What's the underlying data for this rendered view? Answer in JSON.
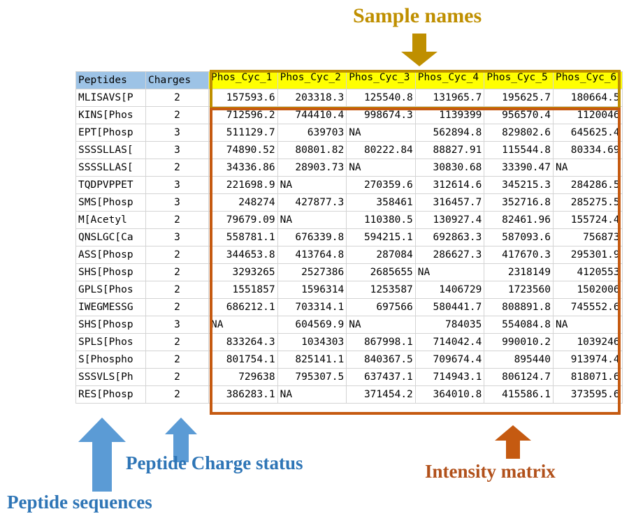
{
  "annotations": {
    "sample_names": {
      "label": "Sample names",
      "color": "#bf8f00"
    },
    "peptide_sequences": {
      "label": "Peptide sequences",
      "color": "#2e75b6"
    },
    "peptide_charge_status": {
      "label": "Peptide Charge status",
      "color": "#2e75b6"
    },
    "intensity_matrix": {
      "label": "Intensity matrix",
      "color": "#b1501a"
    }
  },
  "table": {
    "headers": {
      "peptides": "Peptides",
      "charges": "Charges",
      "samples": [
        "Phos_Cyc_1",
        "Phos_Cyc_2",
        "Phos_Cyc_3",
        "Phos_Cyc_4",
        "Phos_Cyc_5",
        "Phos_Cyc_6"
      ]
    },
    "rows": [
      {
        "peptide": "MLISAVS[P",
        "charge": "2",
        "values": [
          "157593.6",
          "203318.3",
          "125540.8",
          "131965.7",
          "195625.7",
          "180664.5"
        ]
      },
      {
        "peptide": "KINS[Phos",
        "charge": "2",
        "values": [
          "712596.2",
          "744410.4",
          "998674.3",
          "1139399",
          "956570.4",
          "1120046"
        ]
      },
      {
        "peptide": "EPT[Phosp",
        "charge": "3",
        "values": [
          "511129.7",
          "639703",
          "NA",
          "562894.8",
          "829802.6",
          "645625.4"
        ]
      },
      {
        "peptide": "SSSSLLAS[",
        "charge": "3",
        "values": [
          "74890.52",
          "80801.82",
          "80222.84",
          "88827.91",
          "115544.8",
          "80334.69"
        ]
      },
      {
        "peptide": "SSSSLLAS[",
        "charge": "2",
        "values": [
          "34336.86",
          "28903.73",
          "NA",
          "30830.68",
          "33390.47",
          "NA"
        ]
      },
      {
        "peptide": "TQDPVPPET",
        "charge": "3",
        "values": [
          "221698.9",
          "NA",
          "270359.6",
          "312614.6",
          "345215.3",
          "284286.5"
        ]
      },
      {
        "peptide": "SMS[Phosp",
        "charge": "3",
        "values": [
          "248274",
          "427877.3",
          "358461",
          "316457.7",
          "352716.8",
          "285275.5"
        ]
      },
      {
        "peptide": "M[Acetyl",
        "charge": "2",
        "values": [
          "79679.09",
          "NA",
          "110380.5",
          "130927.4",
          "82461.96",
          "155724.4"
        ]
      },
      {
        "peptide": "QNSLGC[Ca",
        "charge": "3",
        "values": [
          "558781.1",
          "676339.8",
          "594215.1",
          "692863.3",
          "587093.6",
          "756873"
        ]
      },
      {
        "peptide": "ASS[Phosp",
        "charge": "2",
        "values": [
          "344653.8",
          "413764.8",
          "287084",
          "286627.3",
          "417670.3",
          "295301.9"
        ]
      },
      {
        "peptide": "SHS[Phosp",
        "charge": "2",
        "values": [
          "3293265",
          "2527386",
          "2685655",
          "NA",
          "2318149",
          "4120553"
        ]
      },
      {
        "peptide": "GPLS[Phos",
        "charge": "2",
        "values": [
          "1551857",
          "1596314",
          "1253587",
          "1406729",
          "1723560",
          "1502006"
        ]
      },
      {
        "peptide": "IWEGMESSG",
        "charge": "2",
        "values": [
          "686212.1",
          "703314.1",
          "697566",
          "580441.7",
          "808891.8",
          "745552.6"
        ]
      },
      {
        "peptide": "SHS[Phosp",
        "charge": "3",
        "values": [
          "NA",
          "604569.9",
          "NA",
          "784035",
          "554084.8",
          "NA"
        ]
      },
      {
        "peptide": "SPLS[Phos",
        "charge": "2",
        "values": [
          "833264.3",
          "1034303",
          "867998.1",
          "714042.4",
          "990010.2",
          "1039246"
        ]
      },
      {
        "peptide": "S[Phospho",
        "charge": "2",
        "values": [
          "801754.1",
          "825141.1",
          "840367.5",
          "709674.4",
          "895440",
          "913974.4"
        ]
      },
      {
        "peptide": "SSSVLS[Ph",
        "charge": "2",
        "values": [
          "729638",
          "795307.5",
          "637437.1",
          "714943.1",
          "806124.7",
          "818071.6"
        ]
      },
      {
        "peptide": "RES[Phosp",
        "charge": "2",
        "values": [
          "386283.1",
          "NA",
          "371454.2",
          "364010.8",
          "415586.1",
          "373595.6"
        ]
      }
    ]
  },
  "icons": {
    "arrow_down_sample": "arrow-down-icon",
    "arrow_up_intensity": "arrow-up-icon",
    "arrow_up_peptide": "arrow-up-icon",
    "arrow_up_charge": "arrow-up-icon"
  }
}
